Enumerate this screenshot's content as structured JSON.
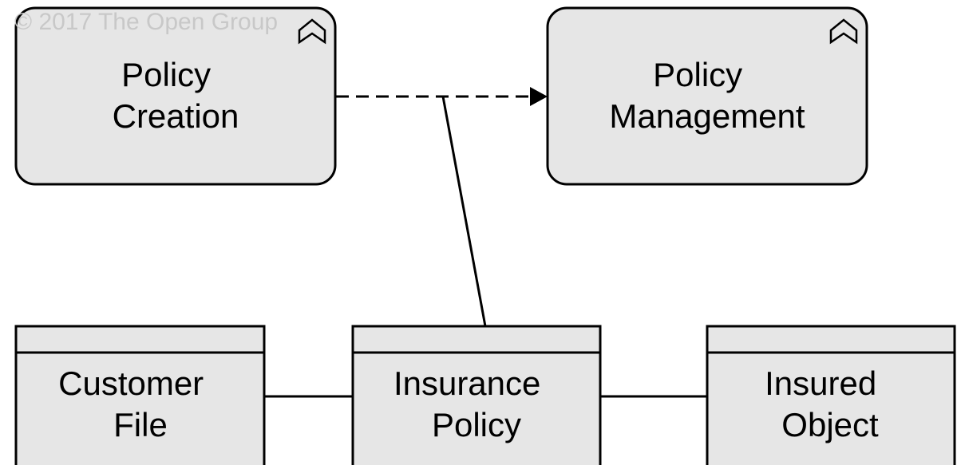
{
  "copyright": "© 2017 The Open Group",
  "colors": {
    "node_fill": "#e6e6e6",
    "stroke": "#000000",
    "copyright_text": "#c8c8c8",
    "background": "#ffffff"
  },
  "elements": {
    "policy_creation": {
      "type": "business-process",
      "icon": "business-process-chevron-icon",
      "line1": "Policy",
      "line2": "Creation"
    },
    "policy_management": {
      "type": "business-process",
      "icon": "business-process-chevron-icon",
      "line1": "Policy",
      "line2": "Management"
    },
    "customer_file": {
      "type": "business-object",
      "line1": "Customer",
      "line2": "File"
    },
    "insurance_policy": {
      "type": "business-object",
      "line1": "Insurance",
      "line2": "Policy"
    },
    "insured_object": {
      "type": "business-object",
      "line1": "Insured",
      "line2": "Object"
    }
  },
  "relationships": [
    {
      "type": "flow",
      "source": "Policy Creation",
      "target": "Policy Management",
      "style": "dashed-with-arrowhead"
    },
    {
      "type": "association",
      "source": "Insurance Policy",
      "target": "flow Policy Creation → Policy Management",
      "style": "solid"
    },
    {
      "type": "association",
      "source": "Customer File",
      "target": "Insurance Policy",
      "style": "solid"
    },
    {
      "type": "association",
      "source": "Insurance Policy",
      "target": "Insured Object",
      "style": "solid"
    }
  ]
}
